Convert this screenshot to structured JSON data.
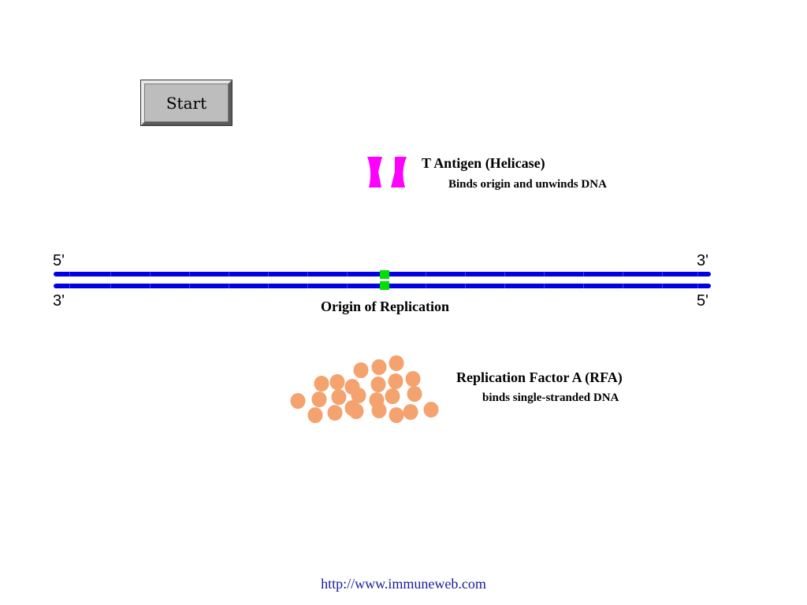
{
  "start_button": {
    "label": "Start"
  },
  "t_antigen": {
    "title": "T Antigen (Helicase)",
    "description": "Binds origin and unwinds DNA",
    "color": "#ff00ff"
  },
  "dna": {
    "top_strand": {
      "left_end": "5'",
      "right_end": "3'"
    },
    "bottom_strand": {
      "left_end": "3'",
      "right_end": "5'"
    },
    "strand_color": "#0000e6",
    "origin_color": "#00e000",
    "origin_label": "Origin of Replication"
  },
  "rfa": {
    "title": "Replication Factor A (RFA)",
    "description": "binds single-stranded DNA",
    "color": "#f4a26e"
  },
  "footer": {
    "url": "http://www.immuneweb.com"
  }
}
